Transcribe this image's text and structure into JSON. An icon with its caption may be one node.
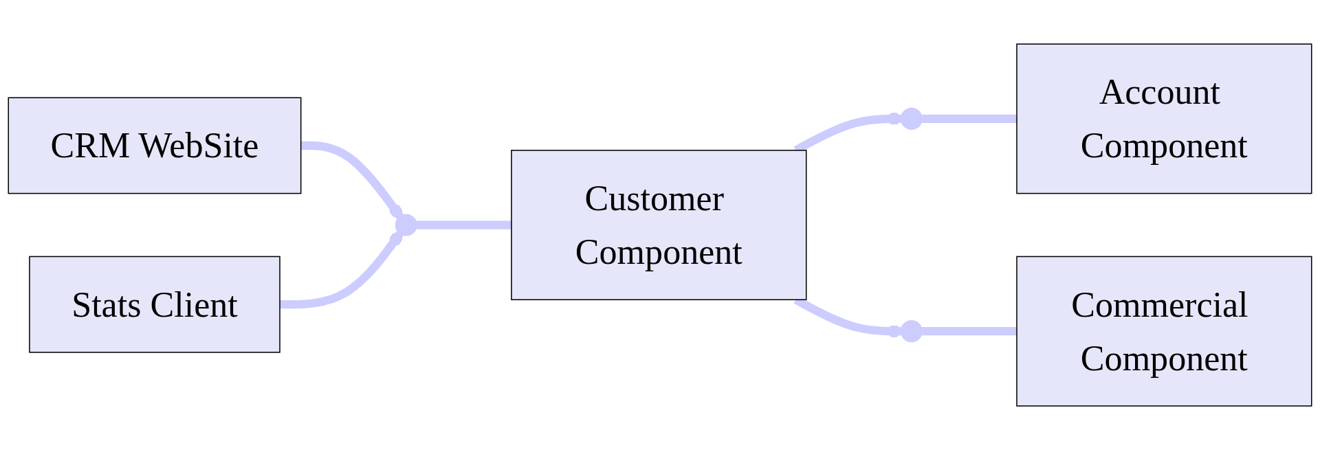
{
  "diagram": {
    "nodes": [
      {
        "text": [
          "CRM WebSite"
        ]
      },
      {
        "text": [
          "Stats Client"
        ]
      },
      {
        "text": [],
        "shape": "circle"
      },
      {
        "text": [
          "Customer Component"
        ]
      },
      {
        "text": [],
        "shape": "circle"
      },
      {
        "text": [
          "Account Component"
        ]
      },
      {
        "text": [],
        "shape": "circle"
      },
      {
        "text": [
          "Commercial Component"
        ]
      }
    ],
    "edges": [
      {
        "from": 0,
        "to": 2,
        "arrow": "other"
      },
      {
        "from": 1,
        "to": 2,
        "arrow": "other"
      },
      {
        "from": 2,
        "to": 3,
        "arrow": "none"
      },
      {
        "from": 3,
        "to": 4,
        "arrow": "other"
      },
      {
        "from": 4,
        "to": 5,
        "arrow": "none"
      },
      {
        "from": 3,
        "to": 6,
        "arrow": "other"
      },
      {
        "from": 6,
        "to": 7,
        "arrow": "none"
      }
    ]
  }
}
